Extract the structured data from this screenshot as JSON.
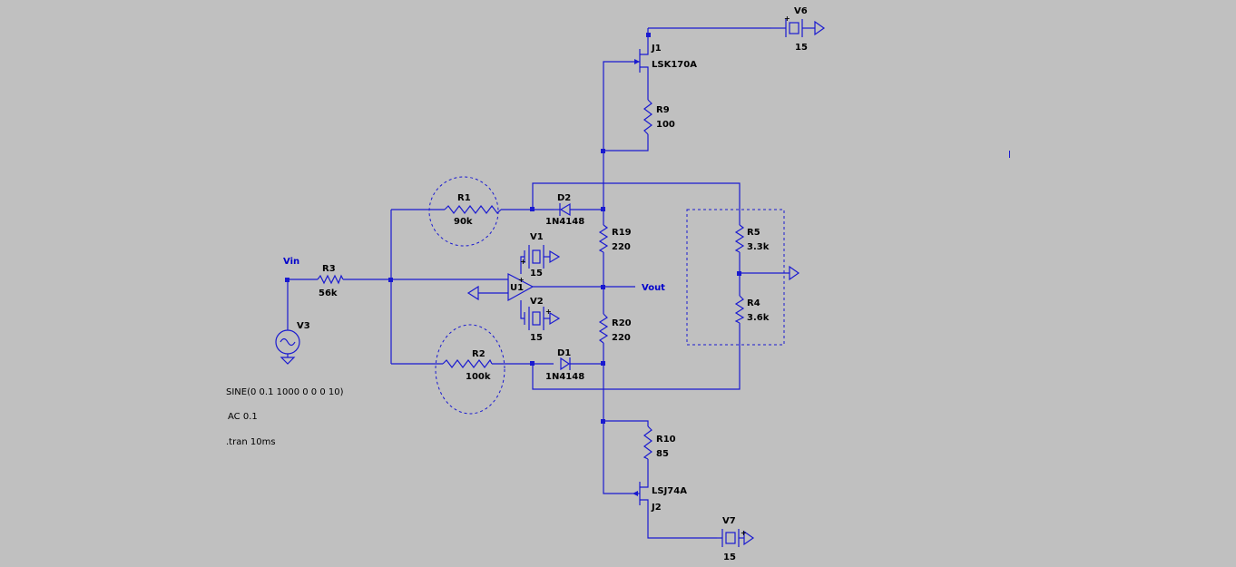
{
  "colors": {
    "background": "#c0c0c0",
    "wire": "#1a1ad0",
    "text": "#000000",
    "net_label": "#0000cc"
  },
  "components": {
    "J1": {
      "ref": "J1",
      "value": "LSK170A"
    },
    "J2": {
      "ref": "J2",
      "value": "LSJ74A"
    },
    "R1": {
      "ref": "R1",
      "value": "90k"
    },
    "R2": {
      "ref": "R2",
      "value": "100k"
    },
    "R3": {
      "ref": "R3",
      "value": "56k"
    },
    "R4": {
      "ref": "R4",
      "value": "3.6k"
    },
    "R5": {
      "ref": "R5",
      "value": "3.3k"
    },
    "R9": {
      "ref": "R9",
      "value": "100"
    },
    "R10": {
      "ref": "R10",
      "value": "85"
    },
    "R19": {
      "ref": "R19",
      "value": "220"
    },
    "R20": {
      "ref": "R20",
      "value": "220"
    },
    "D1": {
      "ref": "D1",
      "value": "1N4148"
    },
    "D2": {
      "ref": "D2",
      "value": "1N4148"
    },
    "U1": {
      "ref": "U1"
    },
    "V1": {
      "ref": "V1",
      "value": "15"
    },
    "V2": {
      "ref": "V2",
      "value": "15"
    },
    "V3": {
      "ref": "V3"
    },
    "V6": {
      "ref": "V6",
      "value": "15"
    },
    "V7": {
      "ref": "V7",
      "value": "15"
    }
  },
  "net_labels": {
    "vin": "Vin",
    "vout": "Vout"
  },
  "spice_directives": {
    "source": "SINE(0 0.1 1000 0 0 0 10)",
    "ac": "AC 0.1",
    "tran": ".tran 10ms"
  },
  "polarity": {
    "plus": "+"
  }
}
